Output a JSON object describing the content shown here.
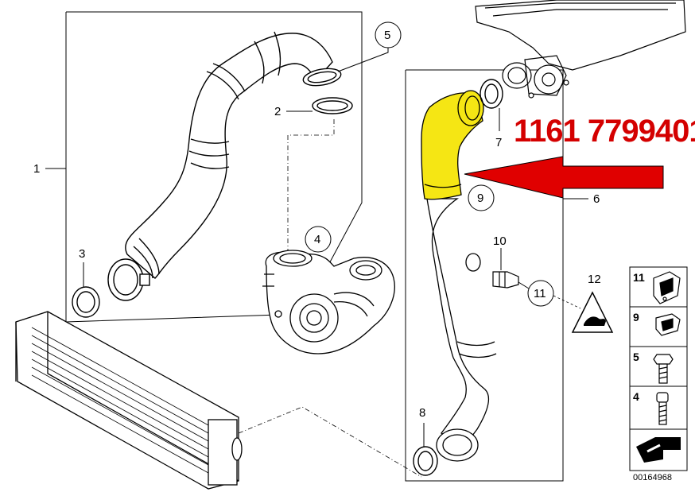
{
  "part_number": "1161 7799401",
  "drawing_number": "00164968",
  "colors": {
    "highlight": "#f5e614",
    "arrow": "#e00000",
    "part_number": "#d40000",
    "line": "#000000"
  },
  "callouts": {
    "c1": "1",
    "c2": "2",
    "c3": "3",
    "c4": "4",
    "c5": "5",
    "c6": "6",
    "c7": "7",
    "c8": "8",
    "c9": "9",
    "c10": "10",
    "c11": "11",
    "c12": "12"
  },
  "side_legend": {
    "items": [
      {
        "label": "11",
        "icon": "bracket-clip-icon"
      },
      {
        "label": "9",
        "icon": "spring-clip-icon"
      },
      {
        "label": "5",
        "icon": "hex-bolt-icon"
      },
      {
        "label": "4",
        "icon": "socket-bolt-icon"
      }
    ],
    "footer_icon": "arrow-symbol-icon"
  }
}
